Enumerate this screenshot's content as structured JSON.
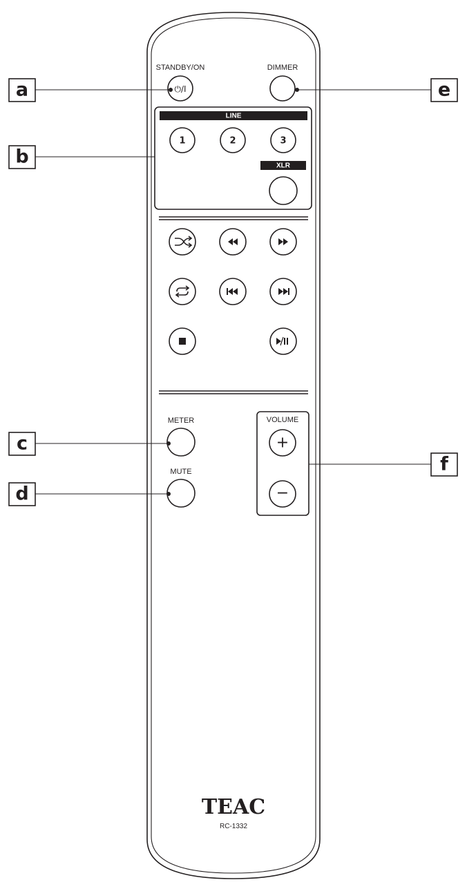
{
  "remote": {
    "brand": "TEAC",
    "model": "RC-1332",
    "labels": {
      "standby": "STANDBY/ON",
      "dimmer": "DIMMER",
      "line": "LINE",
      "xlr": "XLR",
      "meter": "METER",
      "mute": "MUTE",
      "volume": "VOLUME"
    },
    "buttons": {
      "power_symbol": "⏻/I",
      "line1": "1",
      "line2": "2",
      "line3": "3",
      "vol_up": "+",
      "vol_down": "−"
    }
  },
  "callouts": {
    "a": "a",
    "b": "b",
    "c": "c",
    "d": "d",
    "e": "e",
    "f": "f"
  }
}
